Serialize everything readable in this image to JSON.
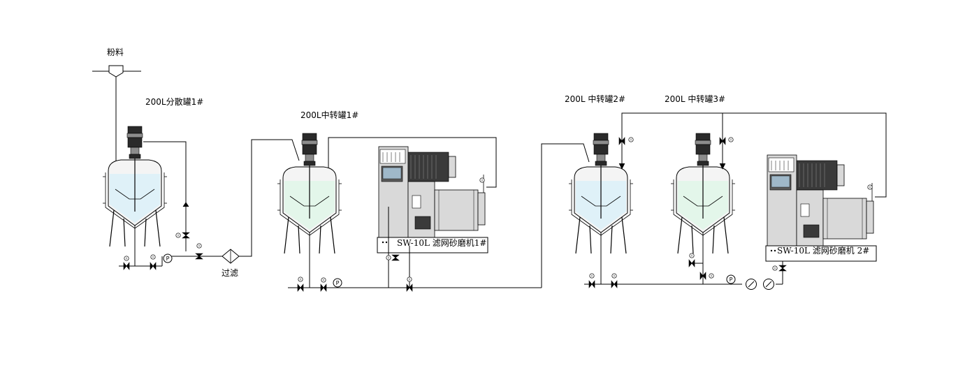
{
  "labels": {
    "powder": "粉料",
    "filter": "过滤",
    "disperse_tank_1": "200L分散罐1#",
    "transfer_tank_1": "200L中转罐1#",
    "transfer_tank_2": "200L 中转罐2#",
    "transfer_tank_3": "200L 中转罐3#",
    "mill_1": "SW-10L 滤网砂磨机1#",
    "mill_2": "SW-10L 滤网砂磨机 2#"
  },
  "colors": {
    "liquid_blue": "#dff1f8",
    "liquid_green": "#e3f6ea",
    "line": "#000000",
    "metal": "#d9d9d9"
  },
  "icons": {
    "valve": "butterfly-valve-icon",
    "pump": "pump-icon",
    "gauge": "pressure-gauge-icon",
    "filter": "filter-diamond-icon"
  }
}
